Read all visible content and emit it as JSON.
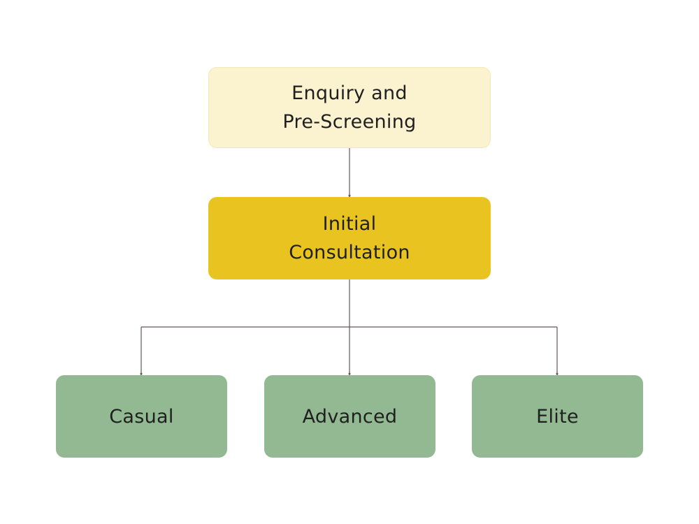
{
  "colors": {
    "top_box": "#fbf3d0",
    "middle_box": "#e9c420",
    "tier_box": "#93b993",
    "connector": "#6b5454"
  },
  "nodes": {
    "enquiry": {
      "label": "Enquiry and\nPre-Screening"
    },
    "consultation": {
      "label": "Initial\nConsultation"
    },
    "casual": {
      "label": "Casual"
    },
    "advanced": {
      "label": "Advanced"
    },
    "elite": {
      "label": "Elite"
    }
  }
}
